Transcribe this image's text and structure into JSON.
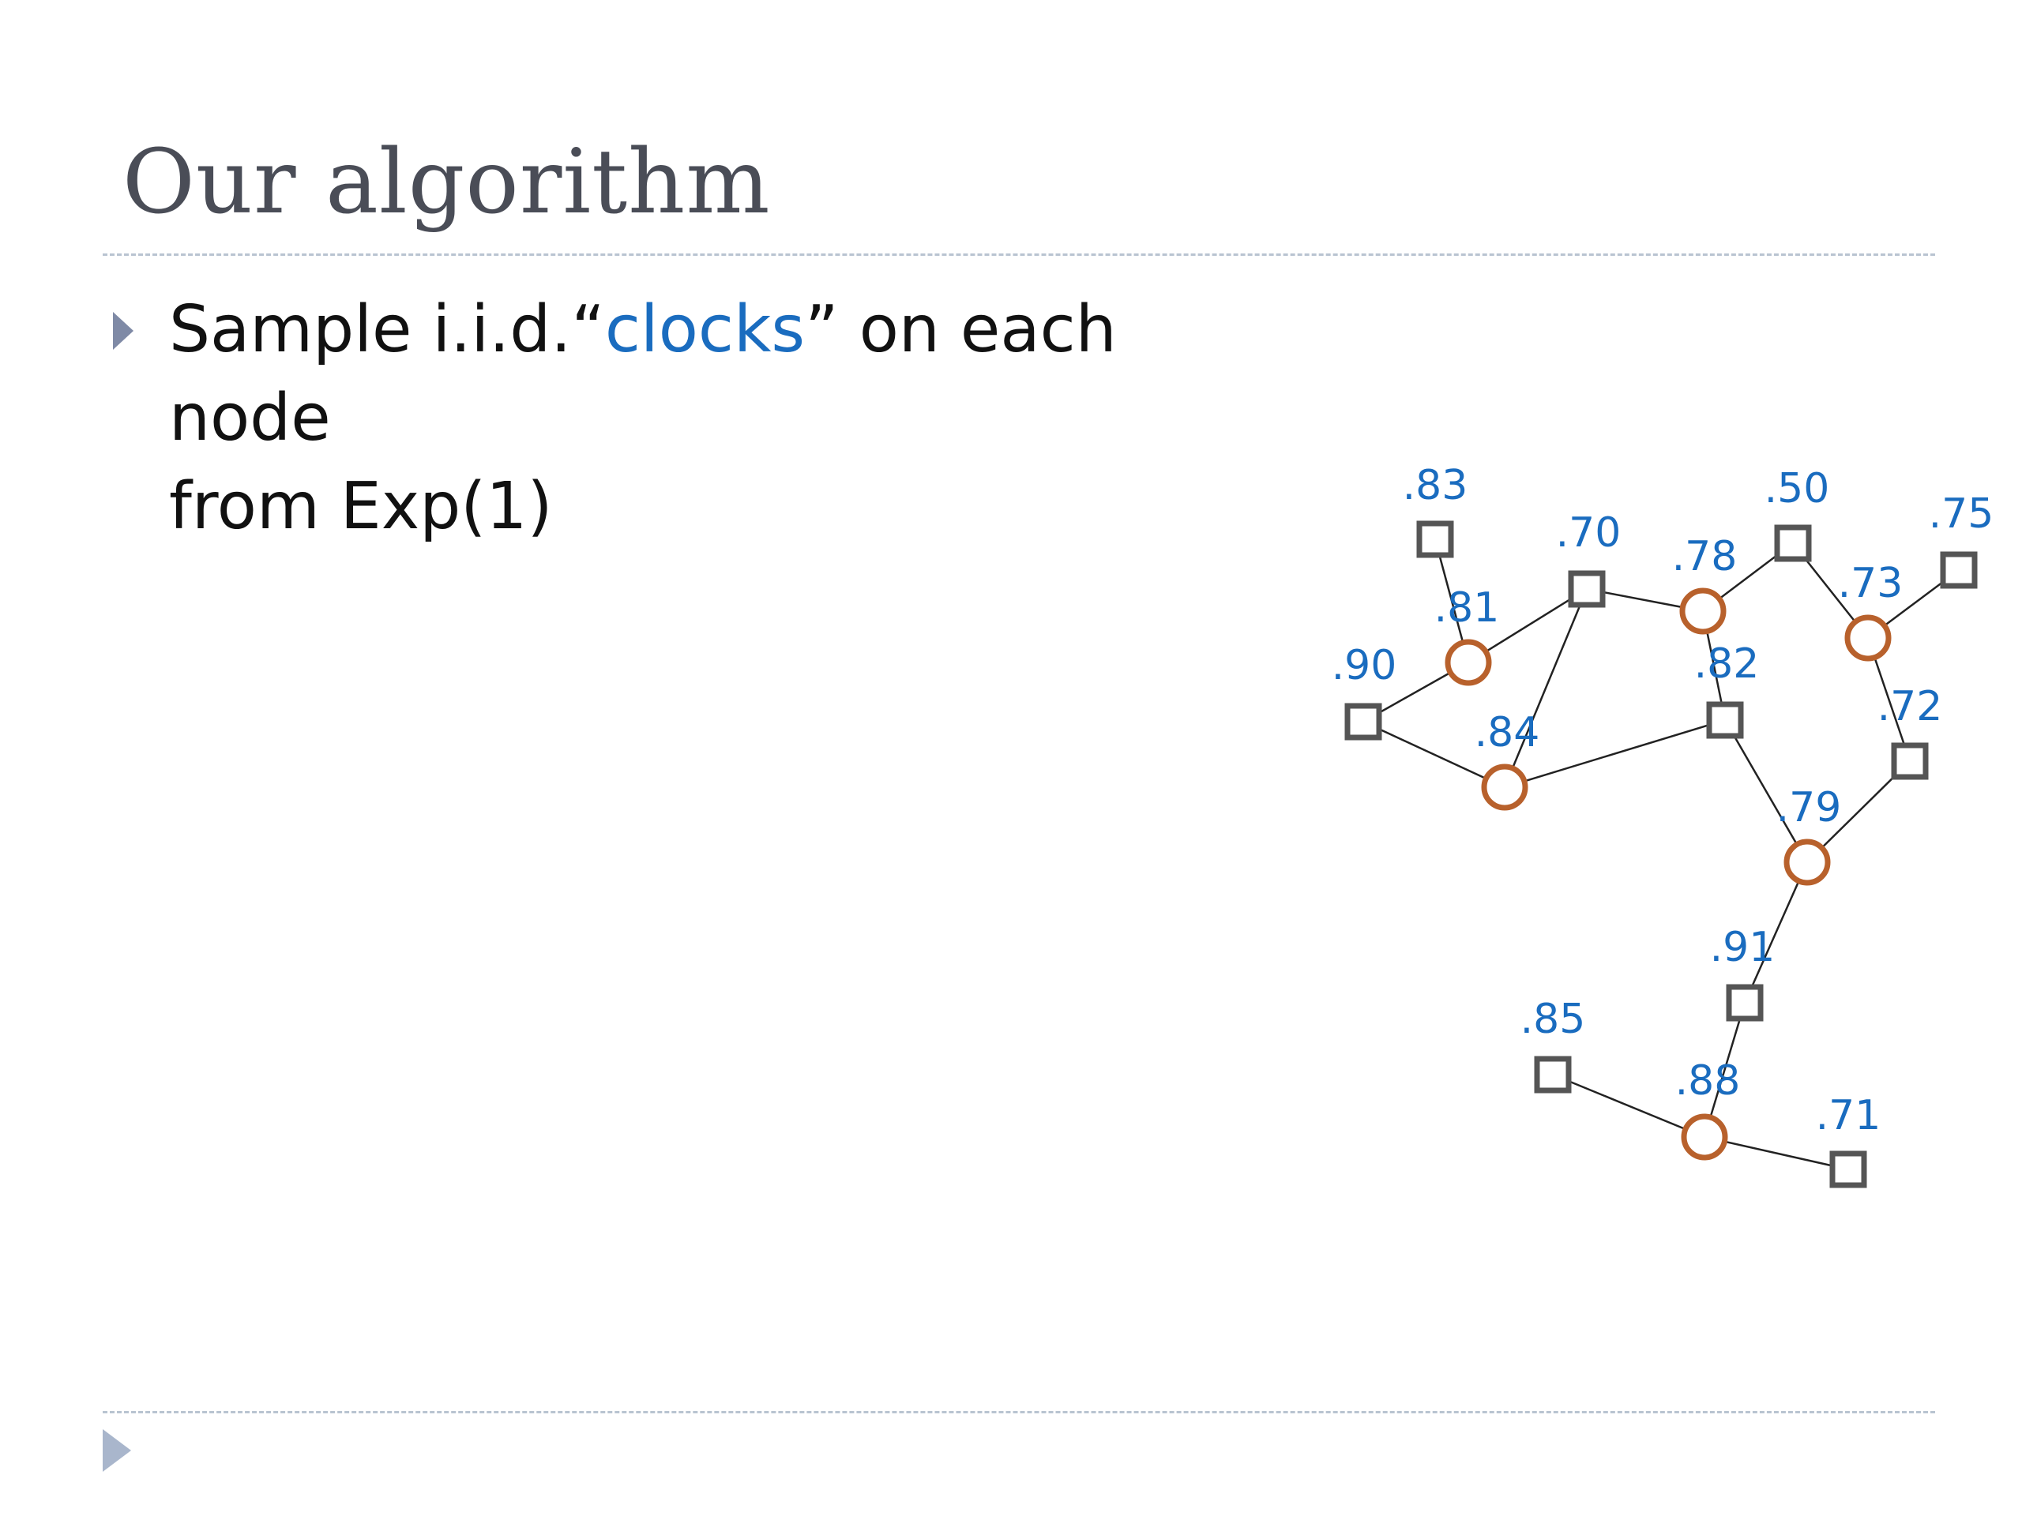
{
  "slide": {
    "title": "Our algorithm",
    "bullet": {
      "prefix": "Sample i.i.d.“",
      "highlight": "clocks",
      "suffix": "” on each node",
      "line2": "from Exp(1)"
    }
  },
  "colors": {
    "title": "#4a4d57",
    "label": "#1a6cbf",
    "circle_node": "#b8612c",
    "square_node": "#555555",
    "edge": "#222222",
    "rule": "#b9c4d1"
  },
  "graph": {
    "nodes": [
      {
        "id": "n83",
        "label": ".83",
        "shape": "square"
      },
      {
        "id": "n70",
        "label": ".70",
        "shape": "square"
      },
      {
        "id": "n78",
        "label": ".78",
        "shape": "circle"
      },
      {
        "id": "n50",
        "label": ".50",
        "shape": "square"
      },
      {
        "id": "n75",
        "label": ".75",
        "shape": "square"
      },
      {
        "id": "n81",
        "label": ".81",
        "shape": "circle"
      },
      {
        "id": "n73",
        "label": ".73",
        "shape": "circle"
      },
      {
        "id": "n90",
        "label": ".90",
        "shape": "square"
      },
      {
        "id": "n82",
        "label": ".82",
        "shape": "square"
      },
      {
        "id": "n72",
        "label": ".72",
        "shape": "square"
      },
      {
        "id": "n84",
        "label": ".84",
        "shape": "circle"
      },
      {
        "id": "n79",
        "label": ".79",
        "shape": "circle"
      },
      {
        "id": "n91",
        "label": ".91",
        "shape": "square"
      },
      {
        "id": "n85",
        "label": ".85",
        "shape": "square"
      },
      {
        "id": "n88",
        "label": ".88",
        "shape": "circle"
      },
      {
        "id": "n71",
        "label": ".71",
        "shape": "square"
      }
    ],
    "edges": [
      [
        "n83",
        "n81"
      ],
      [
        "n81",
        "n70"
      ],
      [
        "n81",
        "n90"
      ],
      [
        "n90",
        "n84"
      ],
      [
        "n84",
        "n70"
      ],
      [
        "n84",
        "n82"
      ],
      [
        "n70",
        "n78"
      ],
      [
        "n78",
        "n50"
      ],
      [
        "n78",
        "n82"
      ],
      [
        "n50",
        "n73"
      ],
      [
        "n73",
        "n75"
      ],
      [
        "n73",
        "n72"
      ],
      [
        "n72",
        "n79"
      ],
      [
        "n82",
        "n79"
      ],
      [
        "n79",
        "n91"
      ],
      [
        "n91",
        "n88"
      ],
      [
        "n85",
        "n88"
      ],
      [
        "n88",
        "n71"
      ]
    ]
  }
}
